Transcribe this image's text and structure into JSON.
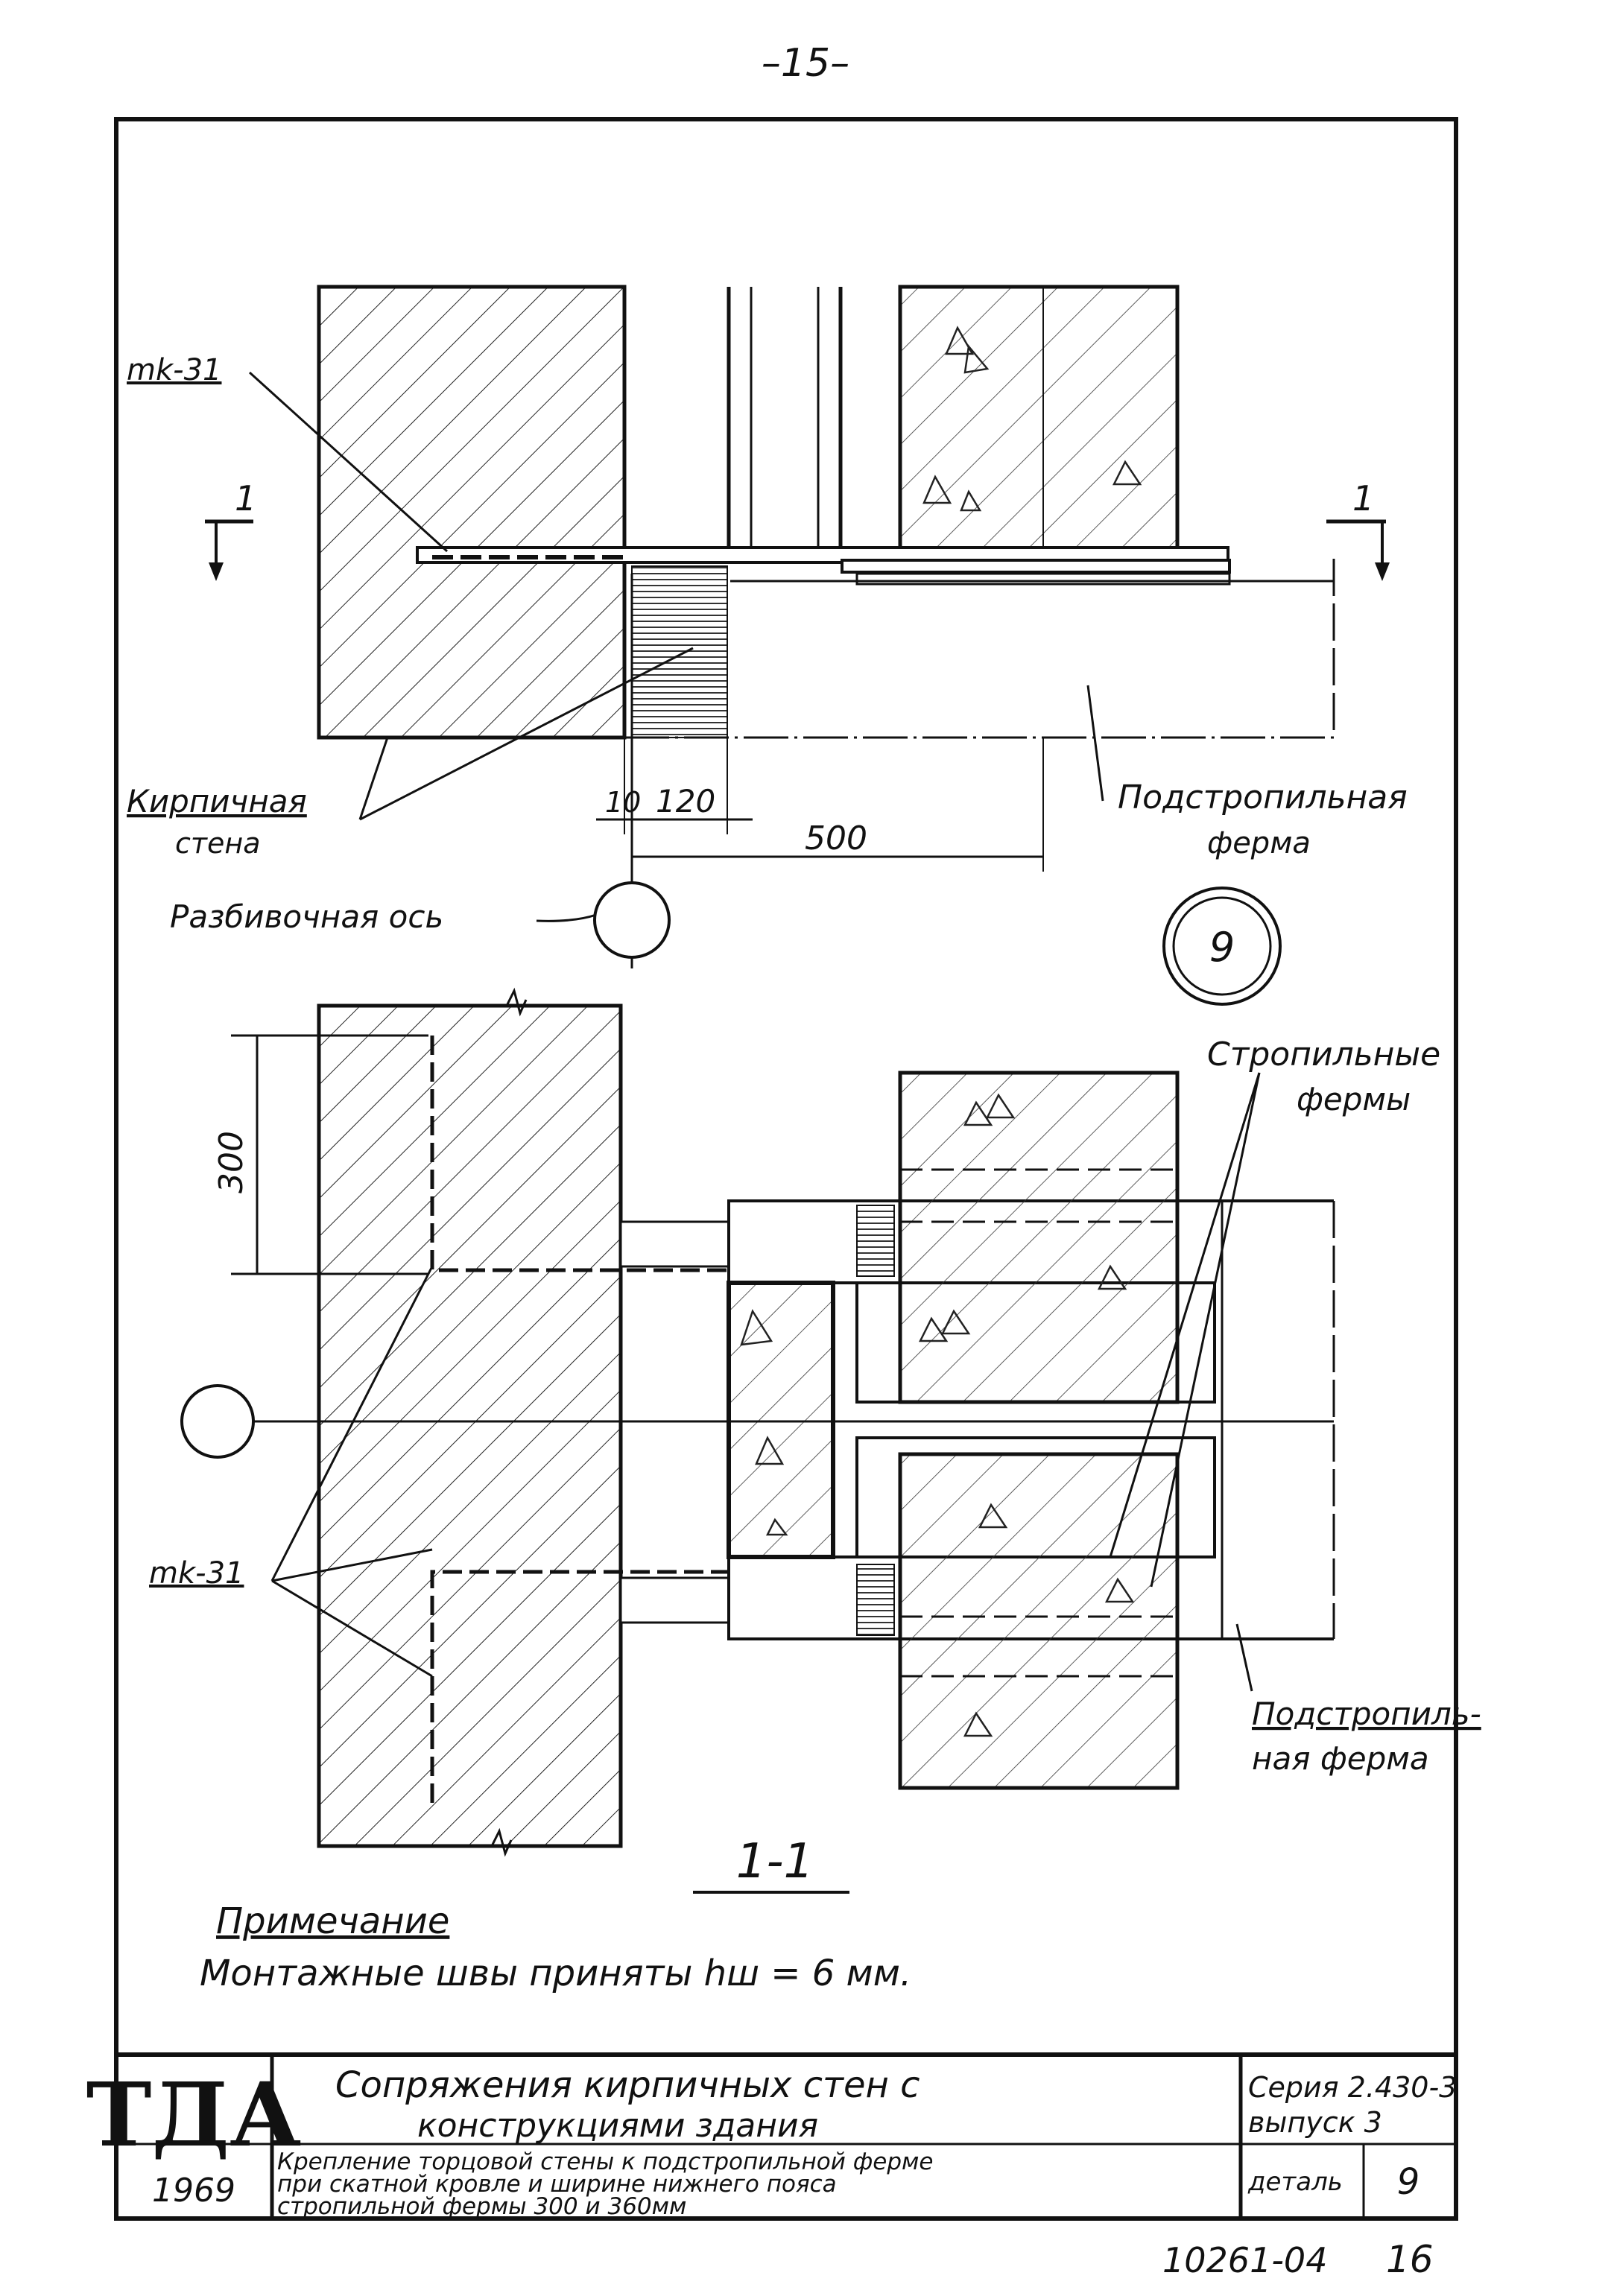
{
  "page_number": "–15–",
  "drawing": {
    "detail_number": "9",
    "section_label": "1-1",
    "section_marker_left": "1",
    "section_marker_right": "1",
    "top_view": {
      "label_mk31": "mk-31",
      "label_brick_wall": [
        "Кирпичная",
        "стена"
      ],
      "label_sub_truss": [
        "Подстропильная",
        "ферма"
      ],
      "label_axis": "Разбивочная ось",
      "dim_10": "10",
      "dim_120": "120",
      "dim_500": "500"
    },
    "section_view": {
      "dim_300": "300",
      "label_mk31": "mk-31",
      "label_rafter_trusses": [
        "Стропильные",
        "фермы"
      ],
      "label_sub_truss": [
        "Подстропиль-",
        "ная ферма"
      ]
    },
    "note": {
      "title": "Примечание",
      "text": "Монтажные швы приняты hш = 6 мм."
    }
  },
  "title_block": {
    "logo": "ТДА",
    "year": "1969",
    "title_line1": "Сопряжения кирпичных стен с",
    "title_line2": "конструкциями здания",
    "subtitle_line1": "Крепление торцовой стены к подстропильной ферме",
    "subtitle_line2": "при скатной кровле и ширине нижнего пояса",
    "subtitle_line3": "стропильной фермы 300 и 360мм",
    "series_line1": "Серия 2.430-3",
    "series_line2": "выпуск 3",
    "detail_label": "деталь",
    "detail_value": "9"
  },
  "footer": {
    "doc_number": "10261-04",
    "sheet": "16"
  }
}
